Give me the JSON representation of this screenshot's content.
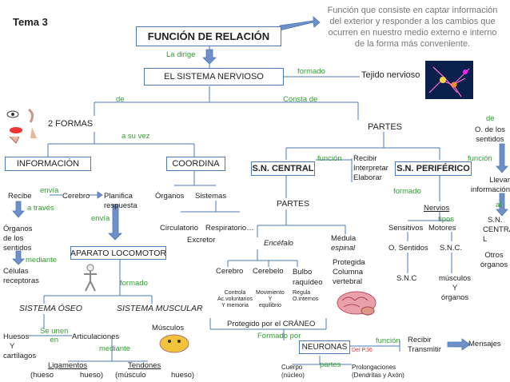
{
  "title": "Tema 3",
  "main_title": "FUNCIÓN DE RELACIÓN",
  "definition": [
    "Función que consiste en captar información",
    "del exterior y responder  a los cambios que",
    "ocurren en nuestro medio externo e interno",
    "de la forma más conveniente."
  ],
  "la_dirige": "La dirige",
  "sistema_nervioso": "EL SISTEMA NERVIOSO",
  "formado": "formado",
  "tejido_nervioso": "Tejido nervioso",
  "de": "de",
  "consta_de": "Consta de",
  "dos_formas": "2 FORMAS",
  "a_su_vez": "a su vez",
  "partes": "PARTES",
  "de2": "de",
  "organos_sentidos": [
    "O. de los",
    "sentidos"
  ],
  "informacion": "INFORMACIÓN",
  "coordina": "COORDINA",
  "sn_central": "S.N. CENTRAL",
  "funcion": "función",
  "recibir_interpretar": [
    "Recibir",
    "Interpretar",
    "Elaborar"
  ],
  "sn_periferico": "S.N. PERIFÉRICO",
  "funcion2": "función",
  "llevar_info": [
    "Llevar",
    "información"
  ],
  "al": "al",
  "sn_centra_l": [
    "S.N.",
    "CENTRA",
    "L"
  ],
  "envia": "envía",
  "recibe": "Recibe",
  "cerebro": "Cerebro",
  "planifica": [
    "Planifica",
    "respuesta"
  ],
  "organos": "Órganos",
  "sistemas": "Sistemas",
  "a_traves": "a través",
  "envia2": "envía",
  "organos_de_sentidos": [
    "Órganos",
    "de los",
    "sentidos"
  ],
  "circulatorio": "Circulatorio",
  "respiratorio": "Respiratorio…",
  "excretor": "Excretor",
  "partes2": "PARTES",
  "formado2": "formado",
  "nervios": "Nervios",
  "tipos": "tipos",
  "sensitivos": "Sensitivos",
  "motores": "Motores",
  "encefalo": "Encéfalo",
  "medula": [
    "Médula",
    "espinal"
  ],
  "o_sentidos": "O. Sentidos",
  "snc": "S.N.C.",
  "otros_organos": [
    "Otros",
    "órganos"
  ],
  "mediante": "mediante",
  "aparato_locomotor": "APARATO LOCOMOTOR",
  "protegida": [
    "Protegida",
    "Columna",
    "vertebral"
  ],
  "celulas": [
    "Células",
    "receptoras"
  ],
  "cerebro2": "Cerebro",
  "cerebelo": "Cerebelo",
  "bulbo": [
    "Bulbo",
    "raquídeo"
  ],
  "snc2": "S.N.C",
  "musculos_organos": [
    "músculos",
    "Y",
    "órganos"
  ],
  "formado3": "formado",
  "controla": [
    "Controla",
    "Ac.voluntarios",
    "Y memoria"
  ],
  "movimiento": [
    "Movimiento",
    "Y",
    "equilibrio"
  ],
  "regula": [
    "Regula",
    "O.internos"
  ],
  "sistema_oseo": "SISTEMA ÓSEO",
  "sistema_muscular": "SISTEMA MUSCULAR",
  "protegido_craneo": "Protegido por el CRÁNEO",
  "musculos": "Músculos",
  "formado_por": "Formado por",
  "huesos_y_cartilagos": [
    "Huesos",
    "Y",
    "cartílagos"
  ],
  "se_unen_en": [
    "Se unen",
    "en"
  ],
  "articulaciones": "Articulaciones",
  "mediante2": "mediante",
  "funcion3": "función",
  "recibir_transmitir": [
    "Recibir",
    "Transmitir"
  ],
  "mensajes": "Mensajes",
  "neuronas": "NEURONAS",
  "del_p36": "Del P.36",
  "partes3": "partes",
  "ligamentos": "Ligamentos",
  "tendones": "Tendones",
  "hueso_hueso": [
    "(hueso",
    "hueso)"
  ],
  "musculo_hueso": [
    "(músculo",
    "hueso)"
  ],
  "cuerpo": [
    "Cuerpo",
    "(núcleo)"
  ],
  "prolongaciones": [
    "Prolongaciones",
    "(Dendritas y Axón)"
  ],
  "colors": {
    "box_border": "#4a7bb5",
    "connector": "#4a7bb5",
    "arrow": "#6f8fc9",
    "green_text": "#2f9e2f",
    "definition": "#777777"
  }
}
